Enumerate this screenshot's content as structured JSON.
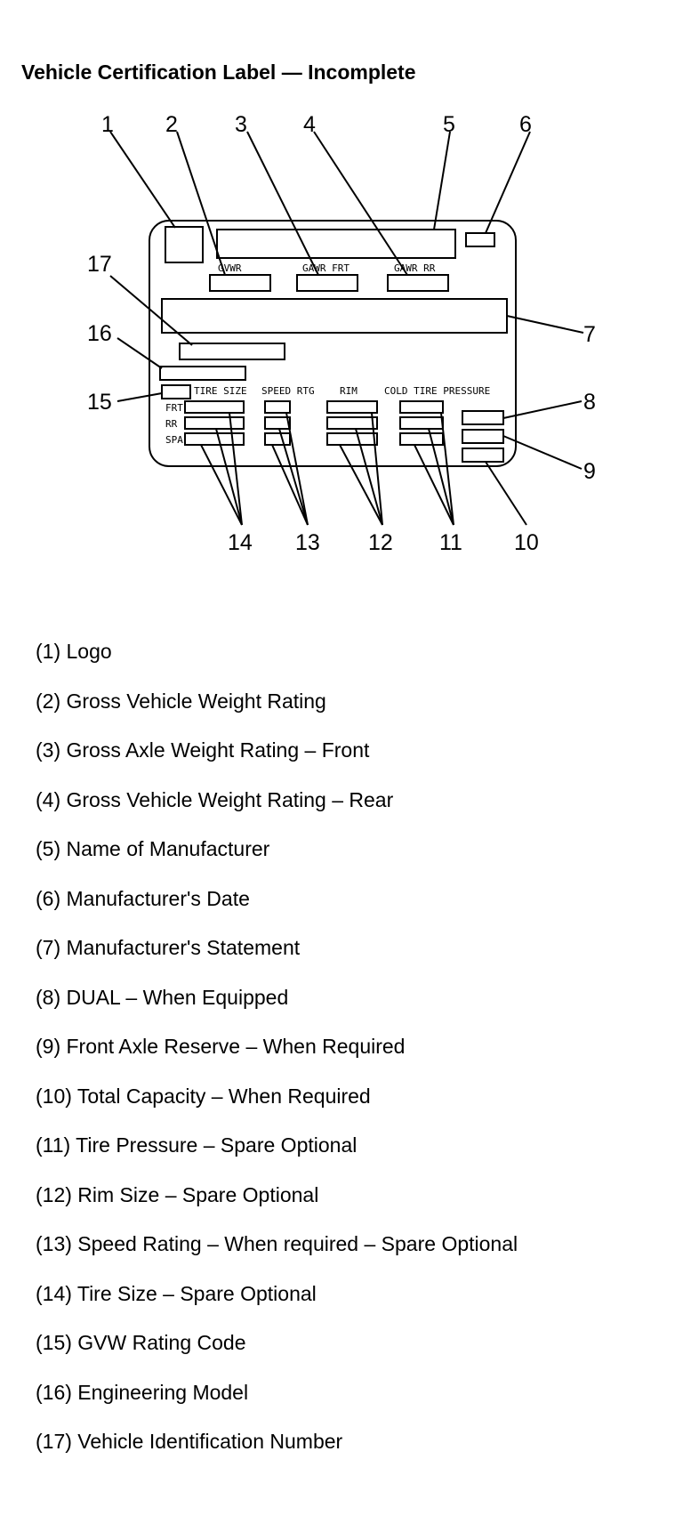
{
  "title": "Vehicle Certification Label — Incomplete",
  "label_text": {
    "gvwr": "GVWR",
    "gawr_frt": "GAWR FRT",
    "gawr_rr": "GAWR RR",
    "tire_size": "TIRE SIZE",
    "speed_rtg": "SPEED RTG",
    "rim": "RIM",
    "cold_tire_pressure": "COLD TIRE PRESSURE",
    "frt": "FRT",
    "rr": "RR",
    "spa": "SPA"
  },
  "callouts": [
    "1",
    "2",
    "3",
    "4",
    "5",
    "6",
    "7",
    "8",
    "9",
    "10",
    "11",
    "12",
    "13",
    "14",
    "15",
    "16",
    "17"
  ],
  "legend": [
    "(1) Logo",
    "(2) Gross Vehicle Weight Rating",
    "(3) Gross Axle Weight Rating – Front",
    "(4) Gross Vehicle Weight Rating – Rear",
    "(5) Name of Manufacturer",
    "(6) Manufacturer's Date",
    "(7) Manufacturer's Statement",
    "(8) DUAL – When Equipped",
    "(9) Front Axle Reserve – When Required",
    "(10) Total Capacity – When Required",
    "(11) Tire Pressure – Spare Optional",
    "(12) Rim Size – Spare Optional",
    "(13) Speed Rating – When required – Spare Optional",
    "(14) Tire Size – Spare Optional",
    "(15) GVW Rating Code",
    "(16) Engineering Model",
    "(17) Vehicle Identification Number"
  ]
}
